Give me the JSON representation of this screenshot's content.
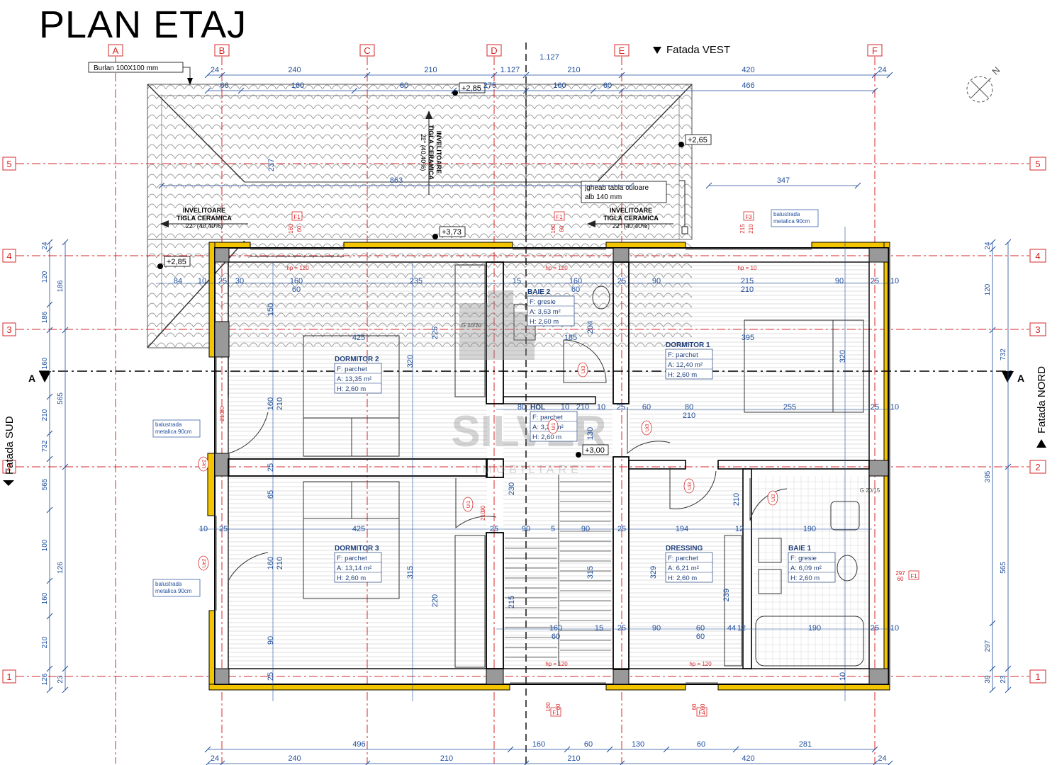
{
  "title": "PLAN ETAJ",
  "colors": {
    "grid": "#d62728",
    "dim": "#1f4e9c",
    "wall": "#000000",
    "insulation": "#f2c500",
    "roof": "#8a8a8a"
  },
  "axes_columns": [
    "A",
    "B",
    "C",
    "D",
    "E",
    "F"
  ],
  "axes_rows": [
    "5",
    "4",
    "3",
    "2",
    "1"
  ],
  "section": {
    "left": "A",
    "right": "A"
  },
  "facades": {
    "top": "Fatada VEST",
    "left": "Fatada SUD",
    "right": "Fatada NORD"
  },
  "notes": {
    "burlan": "Burlan 100X100 mm",
    "jgheab_line1": "jgheab tabla culoare",
    "jgheab_line2": "alb 140 mm",
    "balustrada_line1": "balustrada",
    "balustrada_line2": "metalica 90cm"
  },
  "roof": [
    {
      "line1": "INVELITOARE",
      "line2": "TIGLA CERAMICA",
      "line3": "22° (40,40%)"
    },
    {
      "line1": "INVELITOARE",
      "line2": "TIGLA CERAMICA",
      "line3": "22° (40,40%)"
    },
    {
      "line1": "INVELITOARE",
      "line2": "TIGLA CERAMICA",
      "line3": "22° (40,40%)"
    }
  ],
  "levels": [
    "+2,85",
    "+2,65",
    "+3,73",
    "+2,85",
    "+3,00"
  ],
  "rooms": [
    {
      "name": "DORMITOR 2",
      "f": "F:  parchet",
      "a": "A: 13,35 m²",
      "h": "H:  2,60 m"
    },
    {
      "name": "BAIE 2",
      "f": "F:  gresie",
      "a": "A: 3,63 m²",
      "h": "H: 2,60 m"
    },
    {
      "name": "DORMITOR 1",
      "f": "F:  parchet",
      "a": "A: 12,40 m²",
      "h": "H:  2,60 m"
    },
    {
      "name": "HOL",
      "f": "F:  parchet",
      "a": "A: 3,22 m²",
      "h": "H: 2,60 m"
    },
    {
      "name": "DORMITOR 3",
      "f": "F:  parchet",
      "a": "A: 13,14 m²",
      "h": "H:  2,60 m"
    },
    {
      "name": "DRESSING",
      "f": "F:  parchet",
      "a": "A: 6,21 m²",
      "h": "H: 2,60 m"
    },
    {
      "name": "BAIE 1",
      "f": "F:  gresie",
      "a": "A: 6,09 m²",
      "h": "H: 2,60 m"
    }
  ],
  "dims": {
    "top_row1": [
      "24",
      "240",
      "210",
      "1.127",
      "210",
      "420",
      "24"
    ],
    "top_row2": [
      "66",
      "160",
      "60",
      "275",
      "160",
      "60",
      "466"
    ],
    "roof": [
      "863",
      "347",
      "237"
    ],
    "bottom_row1": [
      "496",
      "160",
      "60",
      "130",
      "60",
      "281"
    ],
    "bottom_row2": [
      "24",
      "240",
      "210",
      "210",
      "420",
      "24"
    ],
    "left_outer": [
      "24",
      "120",
      "186",
      "160",
      "210",
      "732",
      "565",
      "100",
      "160",
      "210",
      "126",
      "23"
    ],
    "right_outer": [
      "24",
      "120",
      "395",
      "732",
      "565",
      "297",
      "60",
      "39",
      "23"
    ],
    "interior_h1": [
      "84",
      "10",
      "25",
      "30",
      "160",
      "60",
      "235",
      "15",
      "160",
      "60",
      "25",
      "90",
      "215",
      "210",
      "90",
      "25",
      "10"
    ],
    "interior_h2": [
      "425",
      "185",
      "395"
    ],
    "interior_h3": [
      "80",
      "10",
      "210",
      "10",
      "25",
      "60",
      "80",
      "210",
      "255",
      "25",
      "10"
    ],
    "interior_h4": [
      "10",
      "25",
      "425",
      "25",
      "90",
      "5",
      "90",
      "25",
      "194",
      "12",
      "190"
    ],
    "interior_h5": [
      "160",
      "60",
      "15",
      "25",
      "90",
      "60",
      "60",
      "44",
      "12",
      "190",
      "25",
      "10"
    ],
    "interior_v": [
      "150",
      "160",
      "210",
      "320",
      "225",
      "204",
      "130",
      "25",
      "65",
      "230",
      "160",
      "210",
      "315",
      "220",
      "215",
      "315",
      "329",
      "239",
      "210",
      "320",
      "90",
      "25",
      "10"
    ]
  },
  "tags": [
    "F1",
    "F1",
    "F3",
    "F1",
    "F4",
    "F1",
    "Ue2",
    "Ue2",
    "Ui1",
    "Ui3",
    "Ui3",
    "Ui3",
    "Ui3",
    "Ui1"
  ],
  "tag_dims": [
    "160",
    "60",
    "160",
    "60",
    "215",
    "210",
    "297",
    "60",
    "160",
    "60",
    "60",
    "60",
    "80",
    "210",
    "90",
    "210"
  ],
  "heights": [
    "hp = 120",
    "hp = 120",
    "hp = 10",
    "hp = 120",
    "hp = 120"
  ],
  "grid_marks": [
    "G 20/20",
    "G 20/15"
  ],
  "watermark": {
    "brand": "SILVER",
    "sub": "IMOBILIARE"
  }
}
